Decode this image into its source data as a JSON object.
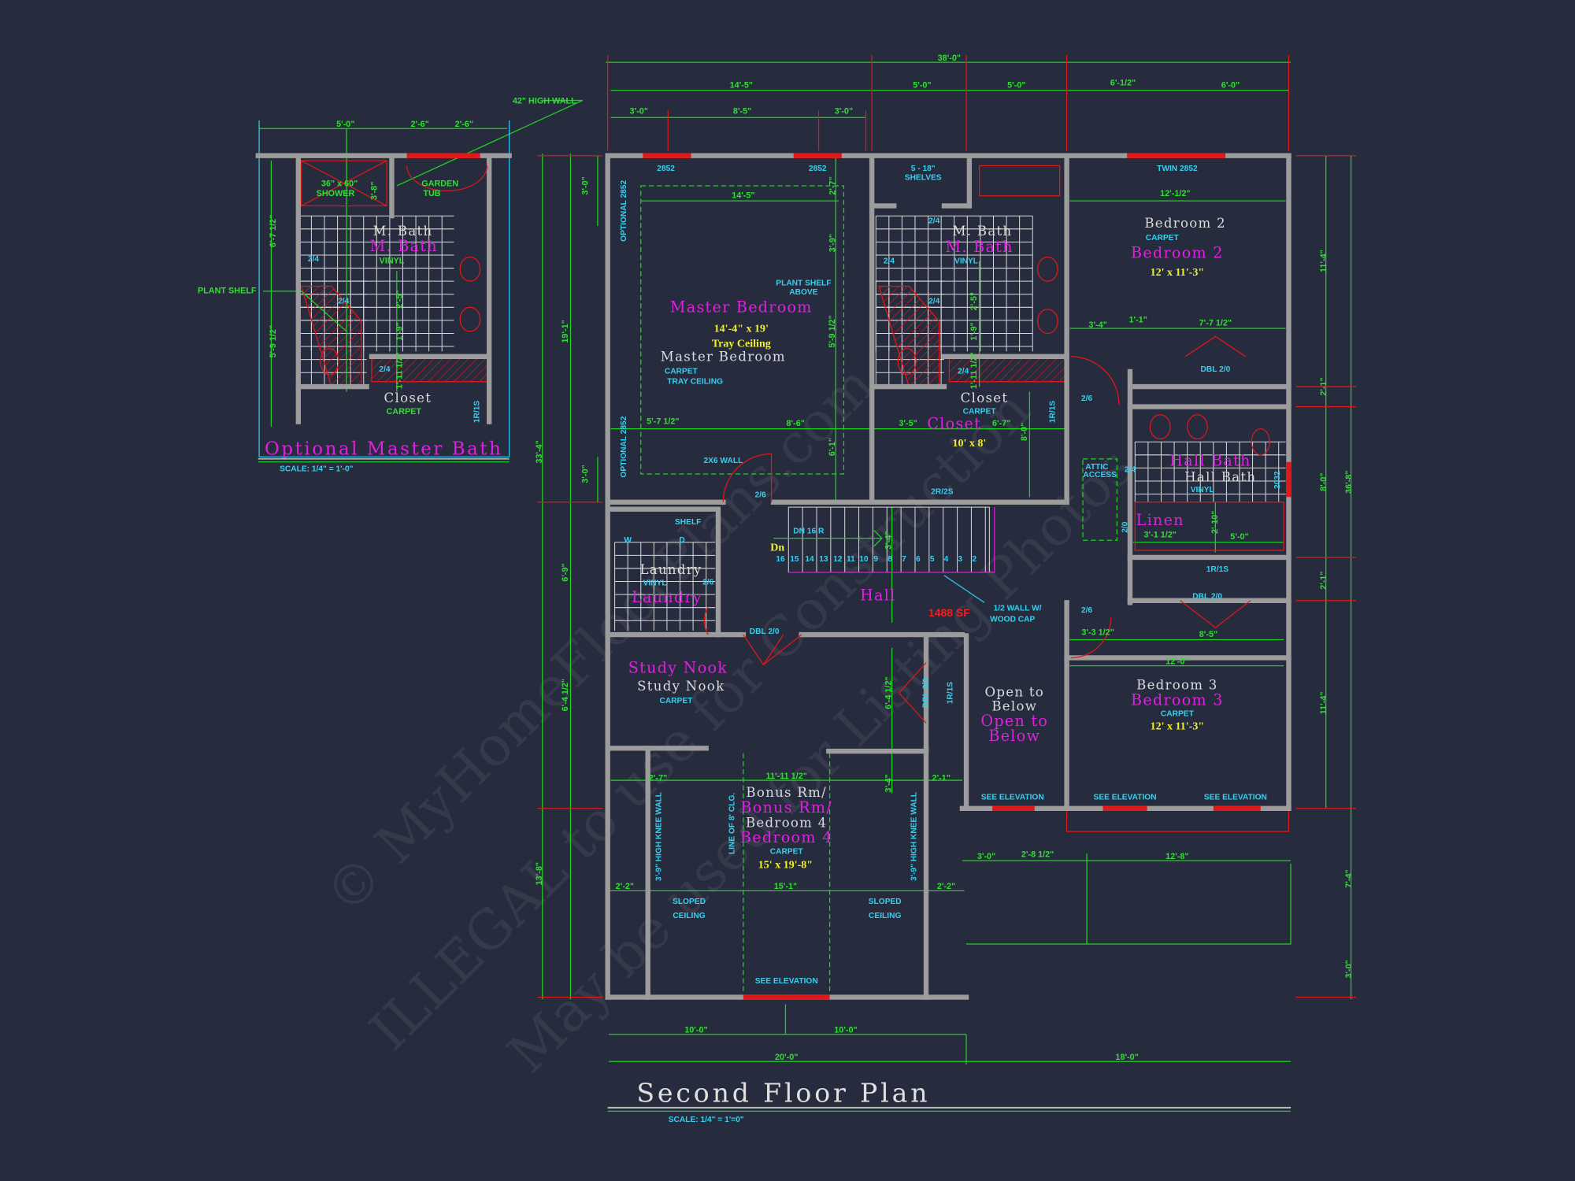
{
  "drawing": {
    "title": "Second Floor Plan",
    "scale": "SCALE:  1/4\"  =  1'=0\"",
    "area": "1488 SF",
    "inset_title": "Optional Master Bath",
    "inset_scale": "SCALE: 1/4\" = 1'-0\"",
    "colors": {
      "background": "#262b3d",
      "walls": "#9c9c9c",
      "dimensions": "#20d020",
      "windows": "#e01818",
      "room_labels": "#e020e0",
      "notes": "#38d0f0",
      "sizes": "#f0f030"
    }
  },
  "watermark": [
    "© MyHomeFloorPlans.com",
    "ILLEGAL to use for Construction",
    "May be used for Listing Photos"
  ],
  "labels": {
    "white": [
      "Bedroom 2",
      "Master Bedroom",
      "Closet",
      "Hall Bath",
      "Laundry",
      "Study Nook",
      "Bonus Rm/",
      "Bedroom 4",
      "Bedroom 3",
      "Open to",
      "Below",
      "M. Bath",
      "M. Bath",
      "Closet"
    ],
    "magenta": [
      "Master Bedroom",
      "Bedroom 2",
      "M. Bath",
      "M. Bath",
      "Closet",
      "Hall Bath",
      "Linen",
      "Laundry",
      "Hall",
      "Study Nook",
      "Bonus Rm/",
      "Bedroom 4",
      "Bedroom 3",
      "Open to",
      "Below"
    ],
    "yellow": [
      "14'-4\" x 19'",
      "Tray Ceiling",
      "12' x 11'-3\"",
      "10' x 8'",
      "12' x 11'-3\"",
      "15' x 19'-8\"",
      "Dn"
    ],
    "cyan": [
      "CARPET",
      "TRAY CEILING",
      "CARPET",
      "VINYL",
      "2852",
      "2852",
      "TWIN 2852",
      "5 - 18\"",
      "SHELVES",
      "PLANT SHELF",
      "ABOVE",
      "2/4",
      "2/4",
      "2/4",
      "2/4",
      "CARPET",
      "2/6",
      "2/6",
      "2/6",
      "2/6",
      "1R/1S",
      "2R/2S",
      "DBL 2/0",
      "DBL 2/0",
      "DBL 2/0",
      "DBL 2/0",
      "ATTIC",
      "ACCESS",
      "2/4",
      "VINYL",
      "2032",
      "1R/1S",
      "2X6 WALL",
      "SHELF",
      "W",
      "D",
      "VINYL",
      "DN 16 R",
      "16",
      "15",
      "14",
      "13",
      "12",
      "11",
      "10",
      "9",
      "8",
      "7",
      "6",
      "5",
      "4",
      "3",
      "2",
      "1/2 WALL W/",
      "WOOD CAP",
      "CARPET",
      "1R/1S",
      "CARPET",
      "CARPET",
      "SEE ELEVATION",
      "SEE ELEVATION",
      "SEE ELEVATION",
      "SEE ELEVATION",
      "SLOPED",
      "CEILING",
      "SLOPED",
      "CEILING",
      "3'-9\" HIGH KNEE WALL",
      "3'-9\" HIGH KNEE WALL",
      "LINE OF 8' CLG.",
      "OPTIONAL 2852",
      "OPTIONAL 2852",
      "2/4",
      "2/4",
      "2/4",
      "1R/1S",
      "2/0"
    ],
    "green": [
      "38'-0\"",
      "14'-5\"",
      "5'-0\"",
      "5'-0\"",
      "6'-1/2\"",
      "6'-0\"",
      "3'-0\"",
      "8'-5\"",
      "3'-0\"",
      "14'-5\"",
      "12'-1/2\"",
      "3'-4\"",
      "1'-1\"",
      "7'-7 1/2\"",
      "5'-7 1/2\"",
      "8'-6\"",
      "3'-5\"",
      "6'-7\"",
      "3'-1 1/2\"",
      "5'-0\"",
      "3'-3 1/2\"",
      "8'-5\"",
      "12'-0\"",
      "11'-11 1/2\"",
      "2'-7\"",
      "2'-1\"",
      "3'-0\"",
      "2'-8 1/2\"",
      "12'-8\"",
      "2'-2\"",
      "15'-1\"",
      "2'-2\"",
      "10'-0\"",
      "10'-0\"",
      "20'-0\"",
      "18'-0\"",
      "3'-0\"",
      "19'-1\"",
      "3'-0\"",
      "33'-4\"",
      "6'-9\"",
      "6'-4 1/2\"",
      "13'-8\"",
      "11'-4\"",
      "2'-1\"",
      "8'-0\"",
      "2'-1\"",
      "11'-4\"",
      "36'-8\"",
      "7'-4\"",
      "3'-0\"",
      "2'-7\"",
      "3'-9\"",
      "5'-9 1/2\"",
      "6'-1\"",
      "8'-0\"",
      "2'-5\"",
      "1'-9\"",
      "1'-11 1/2\"",
      "3'-4\"",
      "6'-4 1/2\"",
      "3'-4\"",
      "2'-10\"",
      "36\" x 60\"",
      "SHOWER",
      "GARDEN",
      "TUB",
      "VINYL",
      "CARPET",
      "PLANT SHELF",
      "42\" HIGH WALL",
      "5'-0\"",
      "2'-6\"",
      "2'-6\"",
      "3'-8\"",
      "6'-7 1/2\"",
      "5'-9 1/2\"",
      "2'-5\"",
      "1'-9\"",
      "1'-11 1/2\""
    ]
  }
}
